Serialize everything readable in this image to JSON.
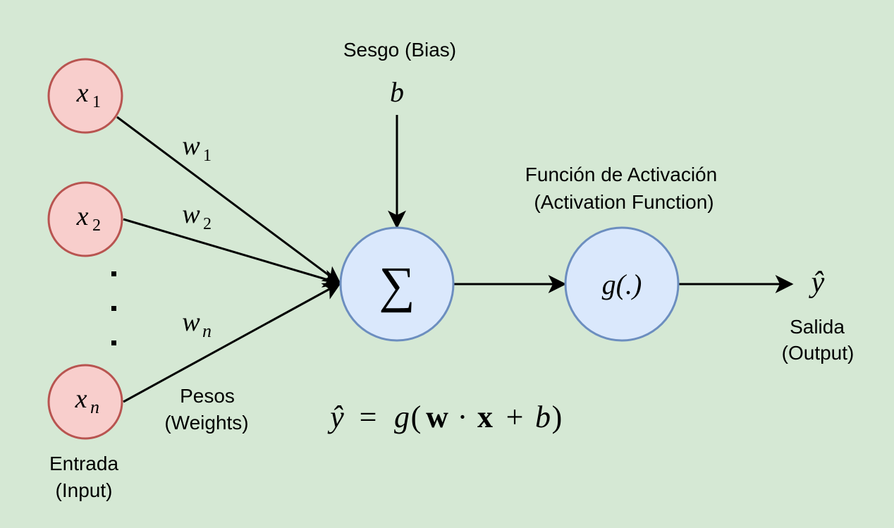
{
  "diagram": {
    "inputs": [
      {
        "var": "x",
        "sub": "1"
      },
      {
        "var": "x",
        "sub": "2"
      },
      {
        "var": "x",
        "sub": "n"
      }
    ],
    "weights": [
      {
        "var": "w",
        "sub": "1"
      },
      {
        "var": "w",
        "sub": "2"
      },
      {
        "var": "w",
        "sub": "n"
      }
    ],
    "bias": {
      "label": "Sesgo (Bias)",
      "symbol": "b"
    },
    "sum_symbol": "∑",
    "activation": {
      "label_line1": "Función de Activación",
      "label_line2": "(Activation Function)",
      "symbol": "g(.)"
    },
    "output": {
      "symbol": "ŷ",
      "label_line1": "Salida",
      "label_line2": "(Output)"
    },
    "weights_label": {
      "line1": "Pesos",
      "line2": "(Weights)"
    },
    "input_label": {
      "line1": "Entrada",
      "line2": "(Input)"
    },
    "formula": {
      "y": "ŷ",
      "eq": "=",
      "g": "g",
      "open": "(",
      "w": "w",
      "dot": "·",
      "x": "x",
      "plus": "+",
      "b": "b",
      "close": ")"
    },
    "colors": {
      "background": "#d5e8d4",
      "input_fill": "#f8cecc",
      "input_stroke": "#b85450",
      "node_fill": "#dae8fc",
      "node_stroke": "#6c8ebf",
      "edge": "#000000"
    }
  }
}
